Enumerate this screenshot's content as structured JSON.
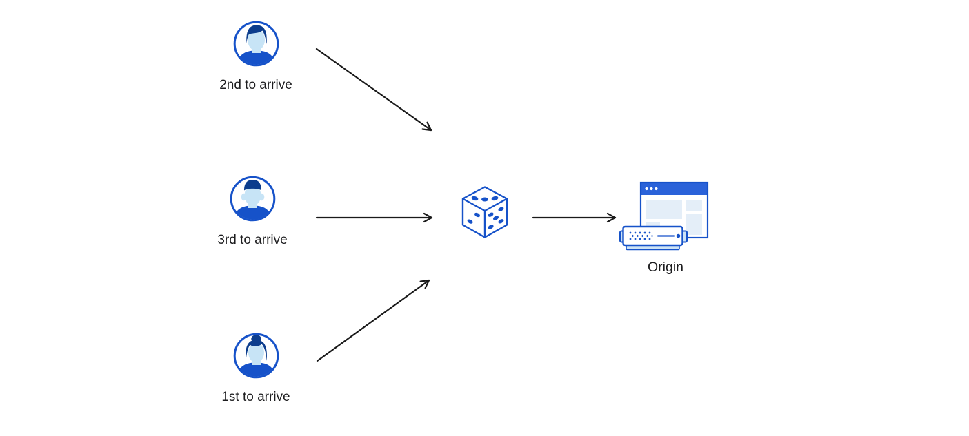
{
  "colors": {
    "stroke_blue": "#1652C9",
    "titlebar_blue": "#2A62D9",
    "hair_navy": "#0C3D8D",
    "face_blue": "#C7E4F6",
    "panel_blue": "#E4EEF8",
    "base_blue": "#CDE3F5",
    "arrow_black": "#1A1A1A",
    "label_black": "#1D1D1F",
    "background": "#FFFFFF"
  },
  "nodes": {
    "user_second": {
      "label": "2nd to arrive",
      "icon": "user-male-avatar"
    },
    "user_third": {
      "label": "3rd to arrive",
      "icon": "user-male-flattop-avatar"
    },
    "user_first": {
      "label": "1st to arrive",
      "icon": "user-female-avatar"
    },
    "random_selector": {
      "icon": "dice-icon"
    },
    "origin": {
      "label": "Origin",
      "icon": "origin-server-browser-icon"
    }
  },
  "edges": [
    {
      "from": "user_second",
      "to": "random_selector"
    },
    {
      "from": "user_third",
      "to": "random_selector"
    },
    {
      "from": "user_first",
      "to": "random_selector"
    },
    {
      "from": "random_selector",
      "to": "origin"
    }
  ]
}
